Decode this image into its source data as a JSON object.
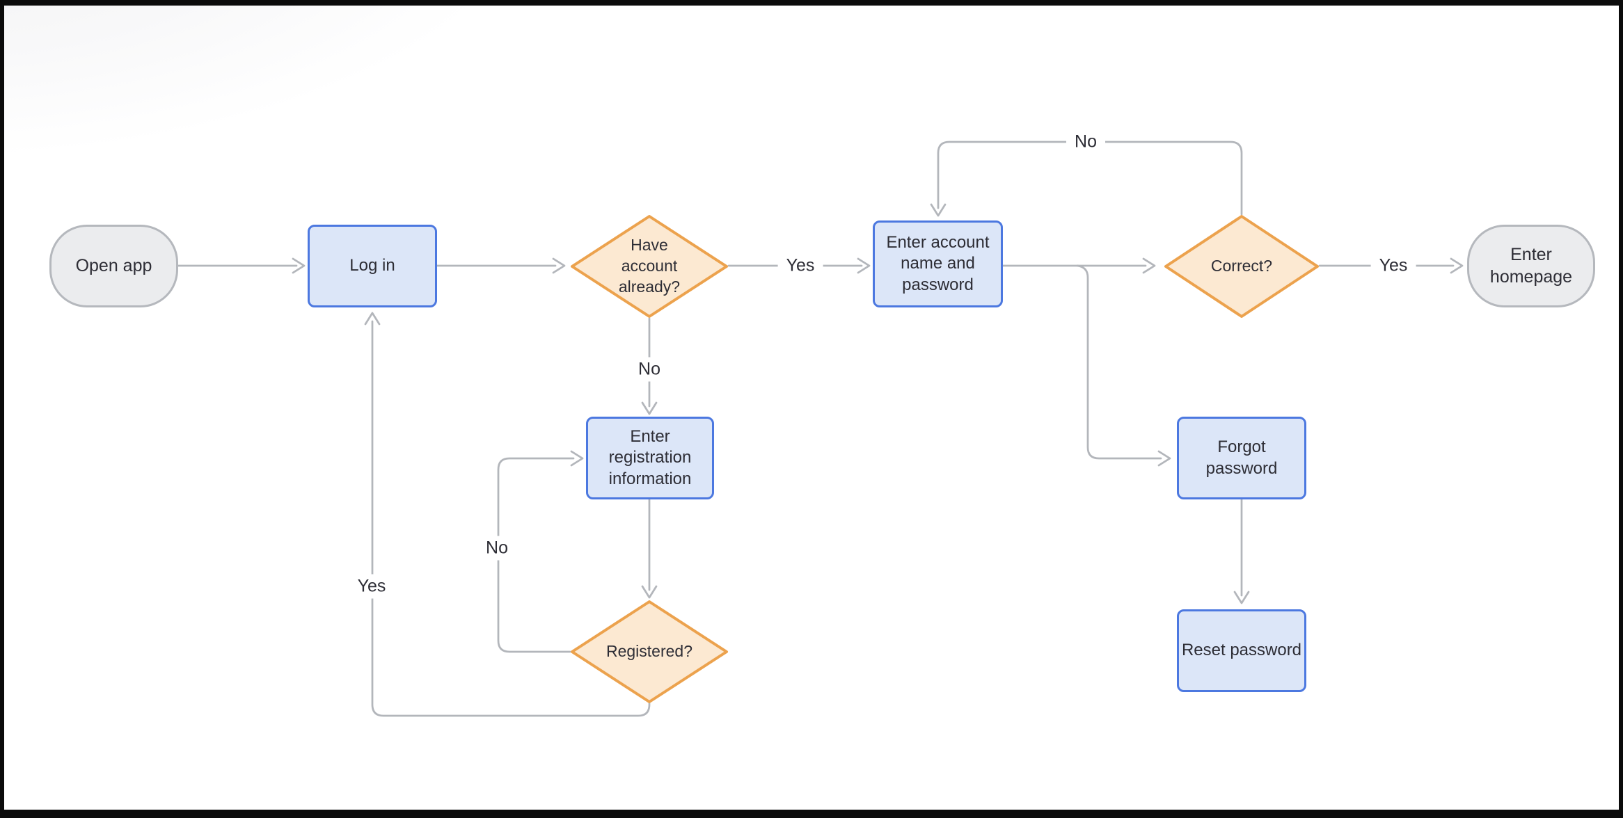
{
  "diagram": {
    "kind": "flowchart",
    "colors": {
      "process_fill": "#dce6f8",
      "process_border": "#4c78e0",
      "decision_fill": "#fce9d2",
      "decision_border": "#eca24d",
      "terminator_fill": "#ebecee",
      "terminator_border": "#b5b8bd",
      "connector": "#b3b6bb",
      "text": "#2d2d35"
    },
    "nodes": {
      "open_app": {
        "type": "terminator",
        "label": "Open app"
      },
      "log_in": {
        "type": "process",
        "label": "Log in"
      },
      "have_account": {
        "type": "decision",
        "label": "Have account already?"
      },
      "enter_account": {
        "type": "process",
        "label": "Enter account name and password"
      },
      "correct": {
        "type": "decision",
        "label": "Correct?"
      },
      "enter_homepage": {
        "type": "terminator",
        "label": "Enter homepage"
      },
      "enter_registration": {
        "type": "process",
        "label": "Enter registration information"
      },
      "registered": {
        "type": "decision",
        "label": "Registered?"
      },
      "forgot_password": {
        "type": "process",
        "label": "Forgot password"
      },
      "reset_password": {
        "type": "process",
        "label": "Reset password"
      }
    },
    "edge_labels": {
      "have_account_yes": "Yes",
      "have_account_no": "No",
      "correct_no": "No",
      "correct_yes": "Yes",
      "registered_no": "No",
      "registered_yes": "Yes"
    }
  }
}
